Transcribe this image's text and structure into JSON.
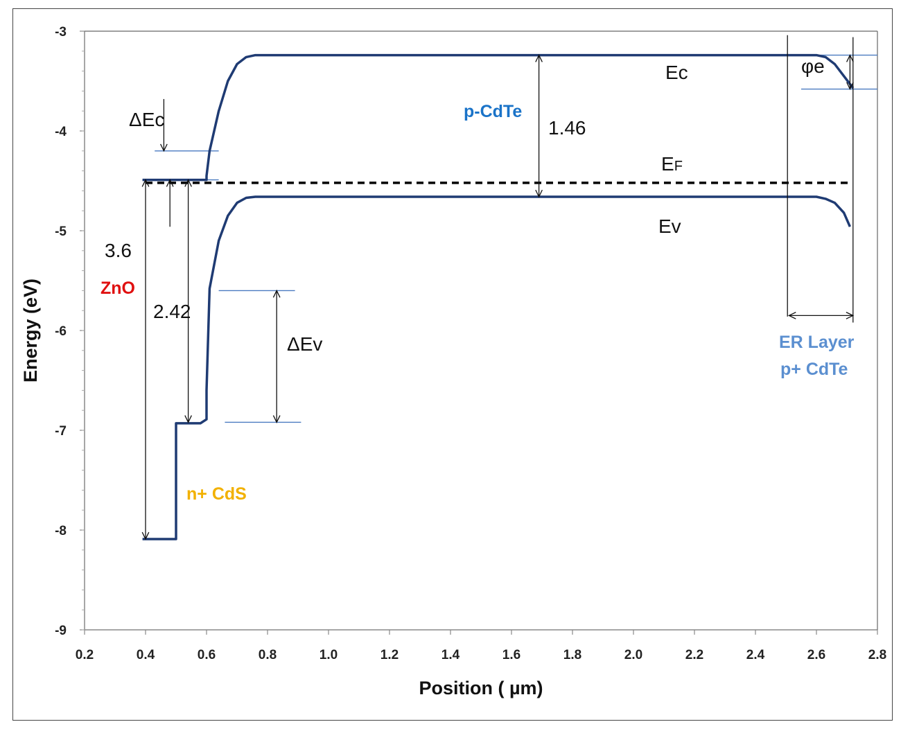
{
  "chart_data": {
    "type": "line",
    "title": "",
    "xlabel": "Position ( µm)",
    "ylabel": "Energy (eV)",
    "xlim": [
      0.2,
      2.8
    ],
    "ylim": [
      -9,
      -3
    ],
    "x_ticks": [
      "0.2",
      "0.4",
      "0.6",
      "0.8",
      "1.0",
      "1.2",
      "1.4",
      "1.6",
      "1.8",
      "2.0",
      "2.2",
      "2.4",
      "2.6",
      "2.8"
    ],
    "y_ticks": [
      "-3",
      "-4",
      "-5",
      "-6",
      "-7",
      "-8",
      "-9"
    ],
    "grid": false,
    "legend": "none",
    "colors": {
      "band": "#1f3b73",
      "fermi": "#000000",
      "guide": "#4a7ac0",
      "zno": "#e01010",
      "cds": "#f2b100",
      "cdte": "#1a73c8",
      "er": "#5b8fd0"
    },
    "series": [
      {
        "x": [
          0.39,
          0.5,
          0.5,
          0.59,
          0.6,
          0.6,
          0.61,
          0.64,
          0.67,
          0.7,
          0.73,
          0.76,
          1.0,
          1.5,
          2.0,
          2.5,
          2.6,
          2.63,
          2.66,
          2.69,
          2.72
        ],
        "y": [
          -4.49,
          -4.49,
          -4.49,
          -4.49,
          -4.49,
          -4.45,
          -4.2,
          -3.8,
          -3.5,
          -3.33,
          -3.26,
          -3.24,
          -3.24,
          -3.24,
          -3.24,
          -3.24,
          -3.24,
          -3.26,
          -3.33,
          -3.45,
          -3.57
        ]
      },
      {
        "x": [
          0.39,
          0.5,
          0.5,
          0.58,
          0.6,
          0.6,
          0.61,
          0.64,
          0.67,
          0.7,
          0.73,
          0.76,
          1.0,
          1.5,
          2.0,
          2.5,
          2.6,
          2.63,
          2.66,
          2.69,
          2.71
        ],
        "y": [
          -8.09,
          -8.09,
          -6.93,
          -6.93,
          -6.89,
          -6.6,
          -5.58,
          -5.1,
          -4.85,
          -4.72,
          -4.67,
          -4.66,
          -4.66,
          -4.66,
          -4.66,
          -4.66,
          -4.66,
          -4.68,
          -4.72,
          -4.82,
          -4.96
        ]
      },
      {
        "x": [
          0.4,
          2.71
        ],
        "y": [
          -4.52,
          -4.52
        ]
      }
    ],
    "annotations": {
      "delta_ec": "ΔEc",
      "pcdte": "p-CdTe",
      "gap_cdte": "1.46",
      "ec": "Ec",
      "ef_main": "E",
      "ef_sub": "F",
      "ev": "Ev",
      "gap_zno": "3.6",
      "zno": "ZnO",
      "gap_cds": "2.42",
      "delta_ev": "ΔEv",
      "cds": "n+ CdS",
      "phi_e": "φe",
      "er_layer": "ER Layer",
      "er_material": "p+ CdTe"
    }
  }
}
